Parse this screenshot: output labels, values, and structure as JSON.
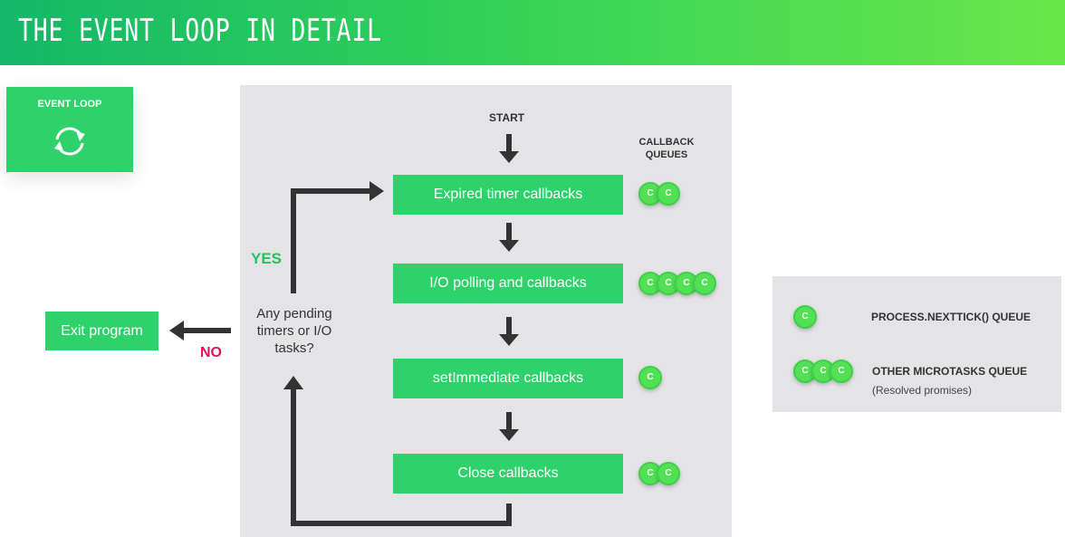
{
  "header": {
    "title": "THE EVENT LOOP IN DETAIL"
  },
  "badge": {
    "label": "EVENT LOOP",
    "icon": "loop-arrows-icon"
  },
  "flow": {
    "start": "START",
    "callback_queues": "CALLBACK QUEUES",
    "phases": [
      {
        "label": "Expired timer callbacks",
        "queue_count": 2
      },
      {
        "label": "I/O polling and callbacks",
        "queue_count": 4
      },
      {
        "label": "setImmediate callbacks",
        "queue_count": 1
      },
      {
        "label": "Close callbacks",
        "queue_count": 2
      }
    ],
    "question": "Any pending timers or I/O tasks?",
    "yes": "YES",
    "no": "NO",
    "exit": "Exit program",
    "callback_symbol": "C"
  },
  "legend": {
    "nexttick": {
      "label": "PROCESS.NEXTTICK() QUEUE",
      "count": 1
    },
    "microtasks": {
      "label": "OTHER MICROTASKS QUEUE",
      "sub": "(Resolved promises)",
      "count": 3
    }
  },
  "colors": {
    "accent": "#2fd26a",
    "yes": "#29c05f",
    "no": "#e0115f",
    "arrow": "#333333",
    "panel": "#e4e3e5"
  }
}
